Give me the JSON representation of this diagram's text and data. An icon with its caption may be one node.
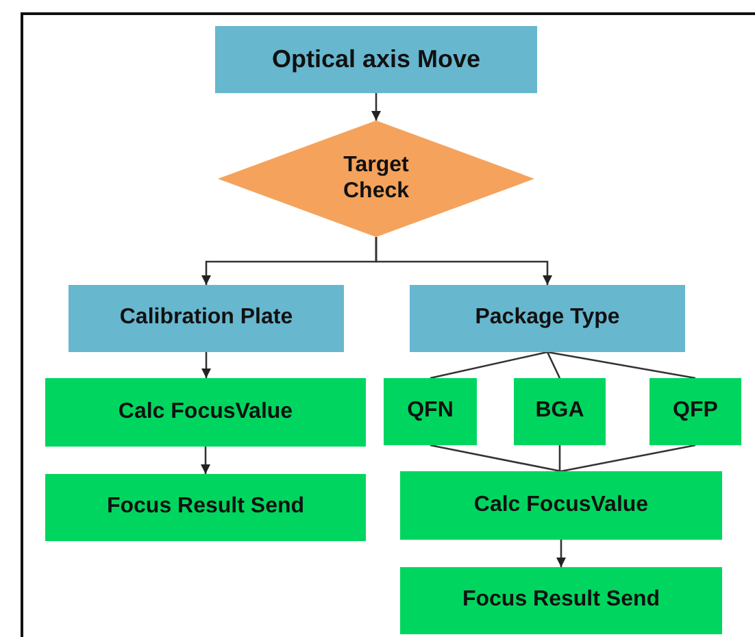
{
  "diagram": {
    "nodes": [
      {
        "text": [
          "Optical axis Move"
        ]
      },
      {
        "text": [
          "Target Check"
        ]
      },
      {
        "text": [
          "Calibration Plate"
        ]
      },
      {
        "text": [
          "Package Type"
        ]
      },
      {
        "text": [
          "Calc FocusValue"
        ]
      },
      {
        "text": [
          "Focus Result Send"
        ]
      },
      {
        "text": [
          "QFN"
        ]
      },
      {
        "text": [
          "BGA"
        ]
      },
      {
        "text": [
          "QFP"
        ]
      },
      {
        "text": [
          "Calc FocusValue"
        ]
      },
      {
        "text": [
          "Focus Result Send"
        ]
      }
    ],
    "edges": [
      {
        "from": 0,
        "to": 1,
        "arrow": "to"
      },
      {
        "from": 1,
        "to": 2,
        "arrow": "to"
      },
      {
        "from": 1,
        "to": 3,
        "arrow": "to"
      },
      {
        "from": 2,
        "to": 4,
        "arrow": "to"
      },
      {
        "from": 4,
        "to": 5,
        "arrow": "to"
      },
      {
        "from": 3,
        "to": 6,
        "arrow": "none"
      },
      {
        "from": 3,
        "to": 7,
        "arrow": "none"
      },
      {
        "from": 3,
        "to": 8,
        "arrow": "none"
      },
      {
        "from": 6,
        "to": 9,
        "arrow": "none"
      },
      {
        "from": 7,
        "to": 9,
        "arrow": "none"
      },
      {
        "from": 8,
        "to": 9,
        "arrow": "none"
      },
      {
        "from": 9,
        "to": 10,
        "arrow": "to"
      }
    ]
  }
}
